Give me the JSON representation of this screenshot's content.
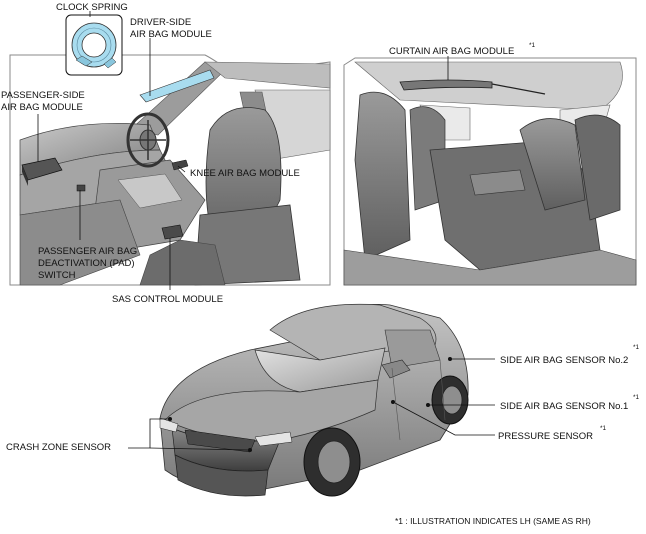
{
  "labels": {
    "clock_spring": "CLOCK SPRING",
    "driver_airbag_l1": "DRIVER-SIDE",
    "driver_airbag_l2": "AIR BAG MODULE",
    "passenger_airbag_l1": "PASSENGER-SIDE",
    "passenger_airbag_l2": "AIR BAG MODULE",
    "knee_airbag": "KNEE AIR BAG MODULE",
    "pad_switch_l1": "PASSENGER AIR BAG",
    "pad_switch_l2": "DEACTIVATION (PAD)",
    "pad_switch_l3": "SWITCH",
    "sas_module": "SAS CONTROL MODULE",
    "curtain_airbag": "CURTAIN AIR BAG MODULE",
    "side_sensor_2": "SIDE AIR BAG SENSOR No.2",
    "side_sensor_1": "SIDE AIR BAG SENSOR No.1",
    "pressure_sensor": "PRESSURE SENSOR",
    "crash_zone_sensor": "CRASH ZONE SENSOR",
    "note_mark": "*1",
    "footnote": "*1 : ILLUSTRATION INDICATES LH (SAME AS RH)"
  },
  "colors": {
    "frame": "#8a8a8a",
    "highlight": "#a8dcef",
    "leader": "#111111"
  }
}
